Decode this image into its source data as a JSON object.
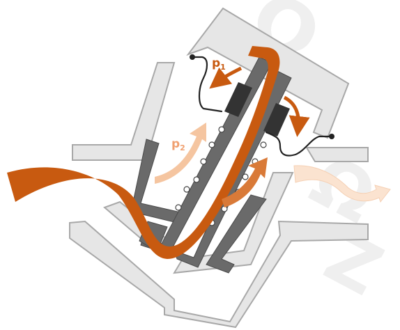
{
  "diagram": {
    "labels": {
      "p1": {
        "main": "p",
        "sub": "1"
      },
      "p2": {
        "main": "p",
        "sub": "2"
      }
    },
    "colors": {
      "flow_strong": "#c85a10",
      "flow_light": "#f5c5a0",
      "flow_faint": "#fbe3d0",
      "housing_fill": "#e6e6e6",
      "housing_stroke": "#a8a8a8",
      "dark_parts": "#6a6a6a",
      "seal_block": "#333333",
      "ink": "#222222",
      "watermark": "#efefef"
    },
    "watermark_glyphs": [
      "Ω",
      "Ω",
      "Z"
    ]
  }
}
